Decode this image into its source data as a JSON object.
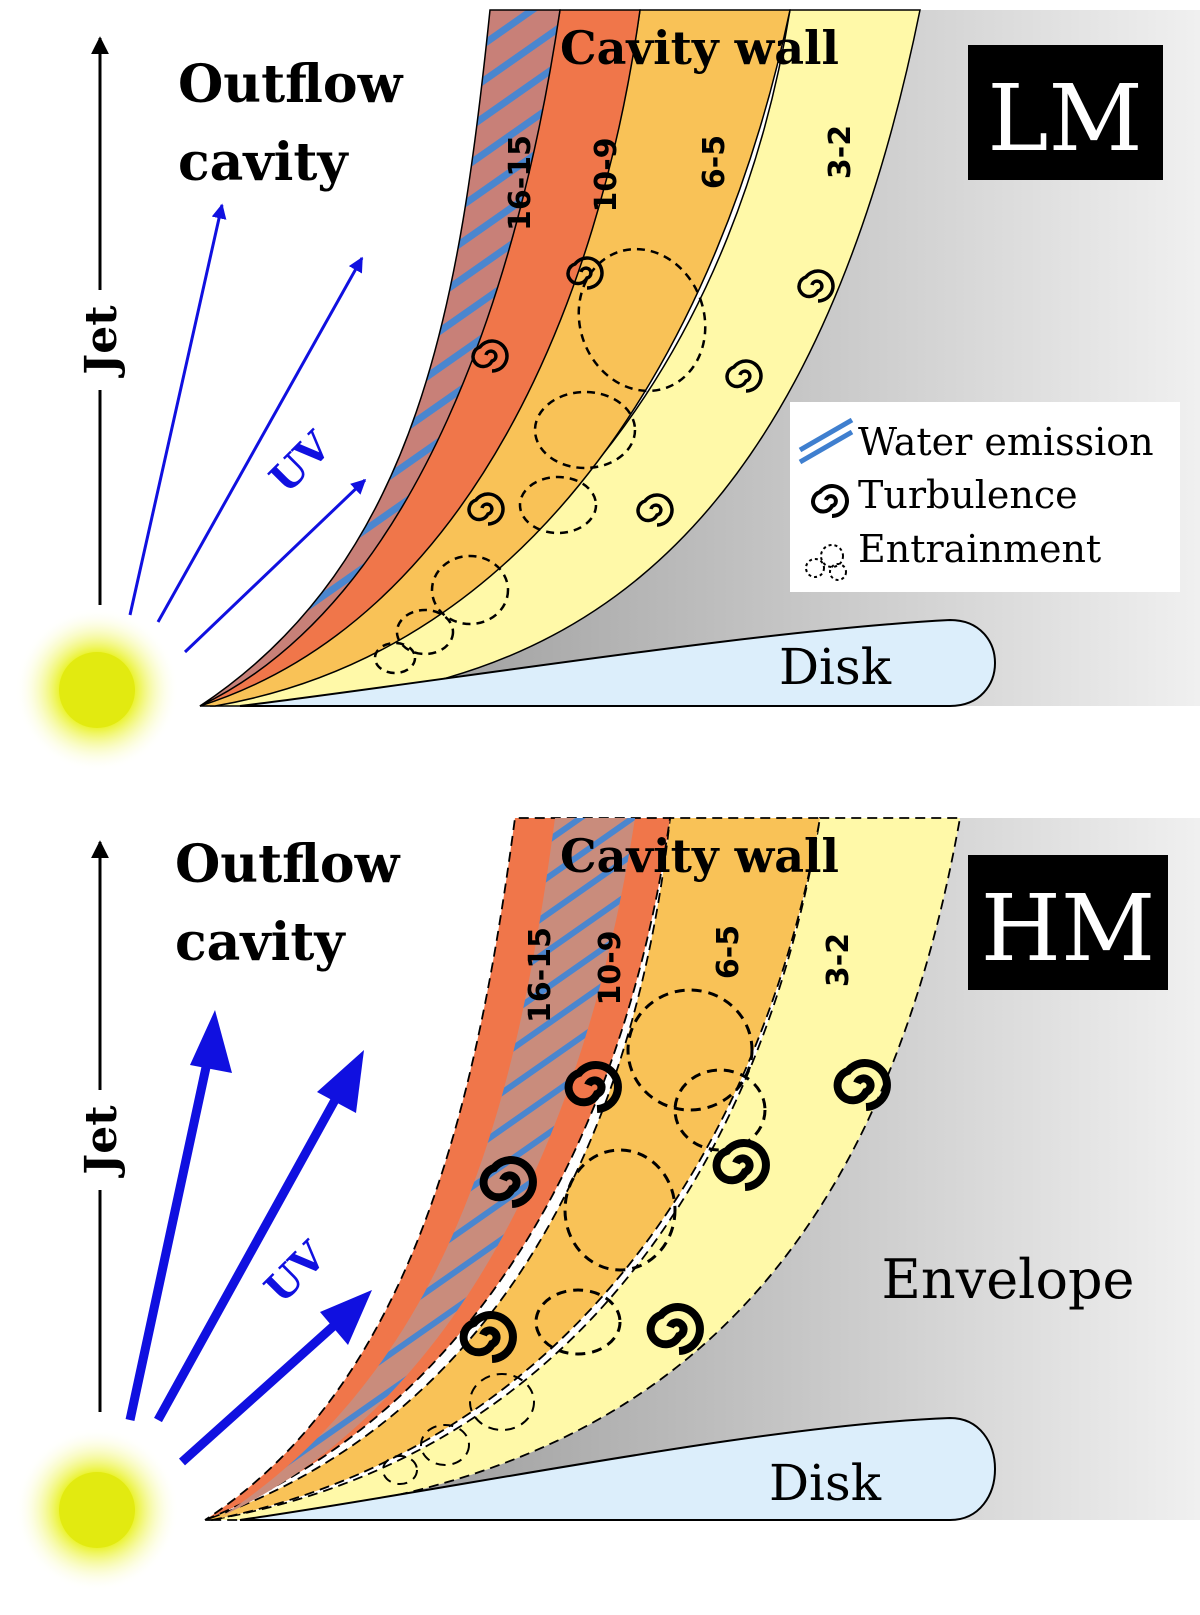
{
  "panels": [
    {
      "id": "LM",
      "badge": "LM",
      "cavity_label_line1": "Outflow",
      "cavity_label_line2": "cavity",
      "jet_label": "Jet",
      "uv_label": "UV",
      "wall_label": "Cavity wall",
      "layers": [
        "16-15",
        "10-9",
        "6-5",
        "3-2"
      ],
      "disk_label": "Disk"
    },
    {
      "id": "HM",
      "badge": "HM",
      "cavity_label_line1": "Outflow",
      "cavity_label_line2": "cavity",
      "jet_label": "Jet",
      "uv_label": "UV",
      "wall_label": "Cavity wall",
      "layers": [
        "16-15",
        "10-9",
        "6-5",
        "3-2"
      ],
      "disk_label": "Disk",
      "envelope_label": "Envelope"
    }
  ],
  "legend": {
    "water": "Water emission",
    "turbulence": "Turbulence",
    "entrainment": "Entrainment"
  },
  "colors": {
    "layer_red": "#f0764a",
    "layer_orange": "#f9c257",
    "layer_yellow": "#fff9a8",
    "envelope_gray": "#9e9e9e",
    "disk_blue": "#dceefb",
    "uv_blue": "#1010e0",
    "water_blue": "#3f7fcf",
    "star_yellow": "#e8f000"
  }
}
